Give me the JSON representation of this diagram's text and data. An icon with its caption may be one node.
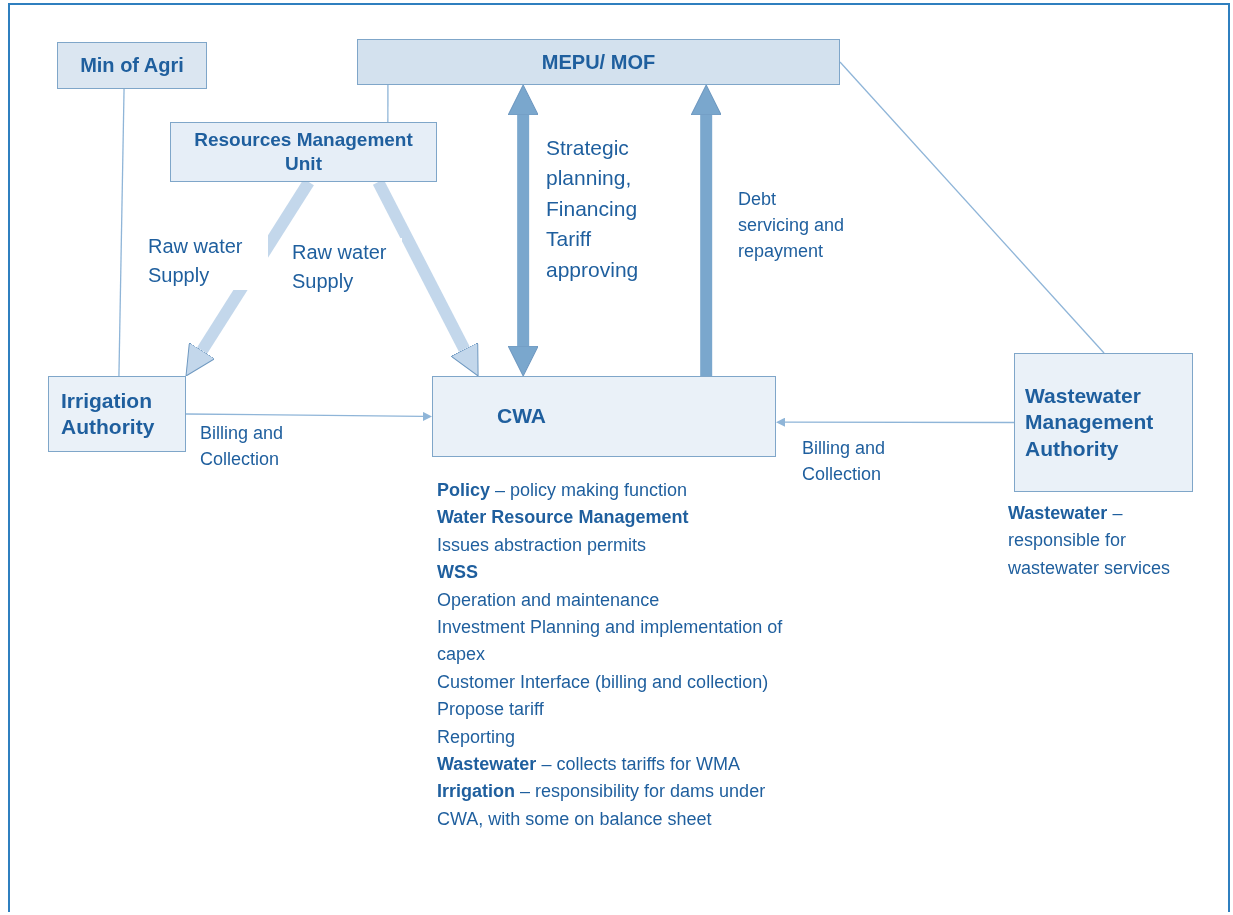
{
  "diagram": {
    "nodes": [
      {
        "text": [
          "MEPU/ MOF"
        ]
      },
      {
        "text": [
          "Min of Agri"
        ]
      },
      {
        "text": [
          "Resources Management Unit"
        ]
      },
      {
        "text": [
          "Irrigation Authority"
        ]
      },
      {
        "text": [
          "CWA"
        ],
        "beside": [
          "**Policy** – policy making function",
          "Water Resource Management",
          "Issues abstraction permits",
          "WSS",
          "Operation and maintenance",
          "Investment Planning and implementation of capex",
          "Customer Interface (billing and collection)",
          "Propose tariff",
          "Reporting",
          "**Wastewater** – collects tariffs for WMA",
          "**Irrigation** – responsibility for dams under CWA, with some on balance sheet"
        ]
      },
      {
        "text": [
          "Wastewater Management Authority"
        ],
        "beside": [
          "**Wastewater** – responsible for wastewater services"
        ]
      }
    ],
    "edges": [
      {
        "from": 2,
        "to": 0,
        "arrow": "none"
      },
      {
        "from": 1,
        "to": 3,
        "arrow": "none"
      },
      {
        "from": 0,
        "to": 5,
        "arrow": "none"
      },
      {
        "from": 2,
        "to": 3,
        "arrow": "to",
        "label": "Raw water Supply",
        "style": "thick",
        "color": "#c3d7eb"
      },
      {
        "from": 2,
        "to": 4,
        "arrow": "to",
        "label": "Raw water Supply",
        "style": "thick",
        "color": "#c3d7eb"
      },
      {
        "from": 4,
        "to": 0,
        "arrow": "both",
        "label": "Strategic planning, Financing Tariff approving",
        "style": "thick",
        "color": "#7aa7cd"
      },
      {
        "from": 4,
        "to": 0,
        "arrow": "to",
        "label": "Debt servicing and repayment",
        "style": "thick",
        "color": "#7aa7cd"
      },
      {
        "from": 3,
        "to": 4,
        "arrow": "to",
        "label": "Billing and Collection"
      },
      {
        "from": 5,
        "to": 4,
        "arrow": "to",
        "label": "Billing and Collection"
      }
    ]
  }
}
